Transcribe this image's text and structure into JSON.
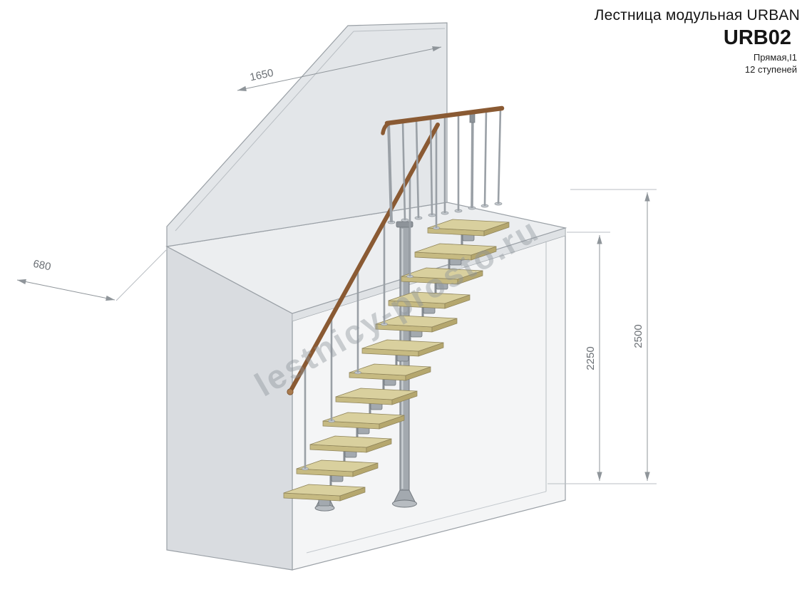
{
  "header": {
    "title": "Лестница модульная URBAN",
    "model": "URB02",
    "type_line": "Прямая,I1",
    "steps_line": "12 ступеней"
  },
  "dimensions": {
    "wall_top": "1650",
    "landing_depth": "680",
    "floor_to_landing": "2250",
    "total_height": "2500"
  },
  "watermark": {
    "text": "lestnicy-prosto.ru"
  },
  "colors": {
    "step": "#d9d09e",
    "step_front": "#c6ba82",
    "metal": "#a3a9af",
    "metal_dark": "#6e747a",
    "handrail": "#8a5a33",
    "dimension": "#6a6f74",
    "outline": "#9aa0a6",
    "wall_fill": "#e3e6e9",
    "wall_side": "#d9dce0",
    "floor_fill": "#f4f5f6",
    "landing_fill": "#eceef0",
    "watermark": "#8d949b"
  }
}
